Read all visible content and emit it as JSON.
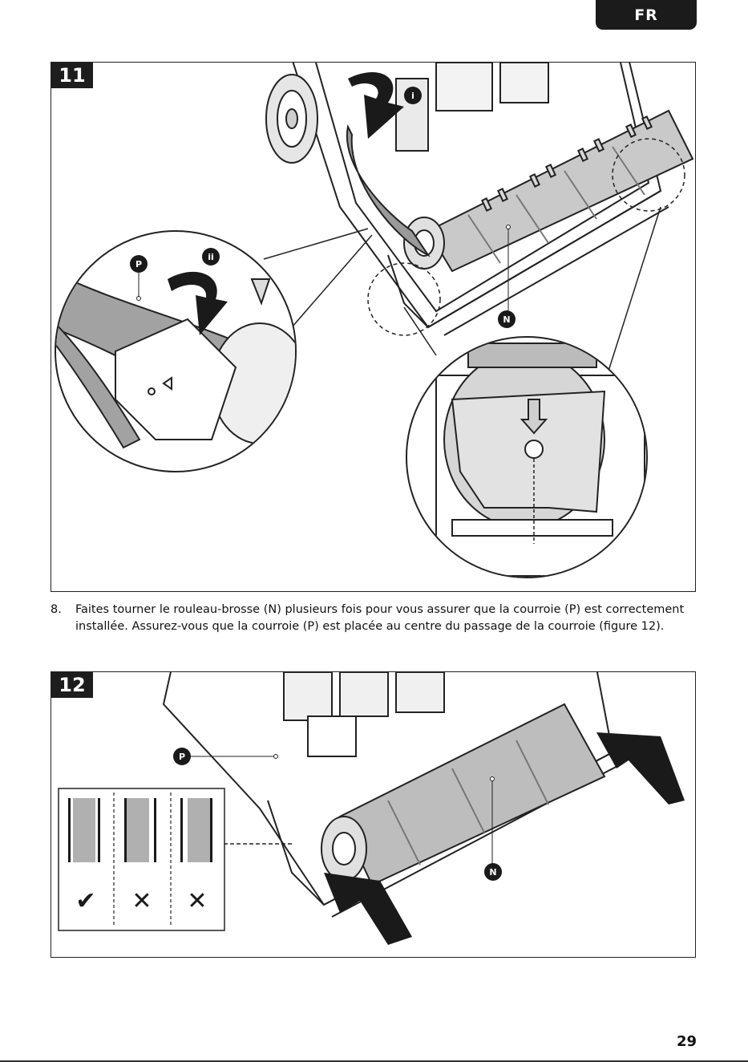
{
  "header": {
    "language_tab": "FR"
  },
  "figure11": {
    "number": "11",
    "callouts": {
      "step_i": "i",
      "step_ii": "ii",
      "belt": "P",
      "brush_roll": "N"
    }
  },
  "step8": {
    "number": "8.",
    "text": "Faites tourner le rouleau-brosse (N) plusieurs fois pour vous assurer que la courroie (P) est correctement installée. Assurez-vous que la courroie (P) est placée au centre du passage de la courroie (figure 12)."
  },
  "figure12": {
    "number": "12",
    "callouts": {
      "belt": "P",
      "brush_roll": "N"
    },
    "belt_position_marks": [
      "✔",
      "✕",
      "✕"
    ]
  },
  "footer": {
    "page_number": "29"
  }
}
